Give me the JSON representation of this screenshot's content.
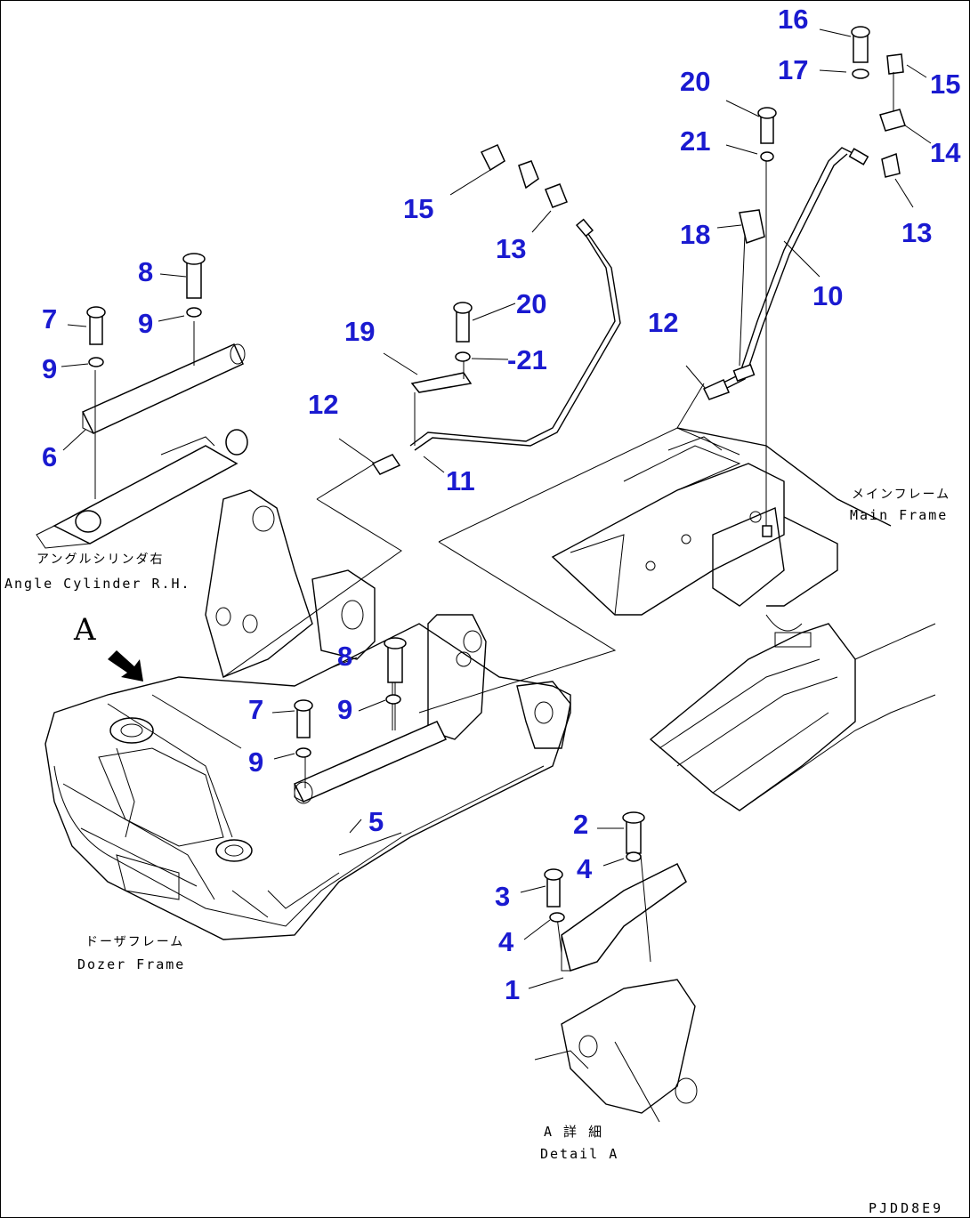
{
  "callouts": {
    "c16": "16",
    "c17": "17",
    "c15a": "15",
    "c20a": "20",
    "c21a": "21",
    "c14": "14",
    "c13a": "13",
    "c18": "18",
    "c10": "10",
    "c15b": "15",
    "c13b": "13",
    "c8a": "8",
    "c7a": "7",
    "c9a": "9",
    "c9b": "9",
    "c6": "6",
    "c20b": "20",
    "c21b": "-21",
    "c19": "19",
    "c12a": "12",
    "c12b": "12",
    "c11": "11",
    "c8b": "8",
    "c7b": "7",
    "c9c": "9",
    "c9d": "9",
    "c5": "5",
    "c2": "2",
    "c4a": "4",
    "c3": "3",
    "c4b": "4",
    "c1": "1"
  },
  "captions": {
    "main_frame_jp": "メインフレーム",
    "main_frame_en": "Main Frame",
    "angle_cylinder_jp": "アングルシリンダ右",
    "angle_cylinder_en": "Angle Cylinder R.H.",
    "dozer_frame_jp": "ドーザフレーム",
    "dozer_frame_en": "Dozer Frame",
    "detail_jp": "A 詳 細",
    "detail_en": "Detail A",
    "view_letter": "A"
  },
  "drawing_code": "PJDD8E9",
  "colors": {
    "callout": "#1a1ad0",
    "lines": "#000000",
    "background": "#ffffff"
  }
}
